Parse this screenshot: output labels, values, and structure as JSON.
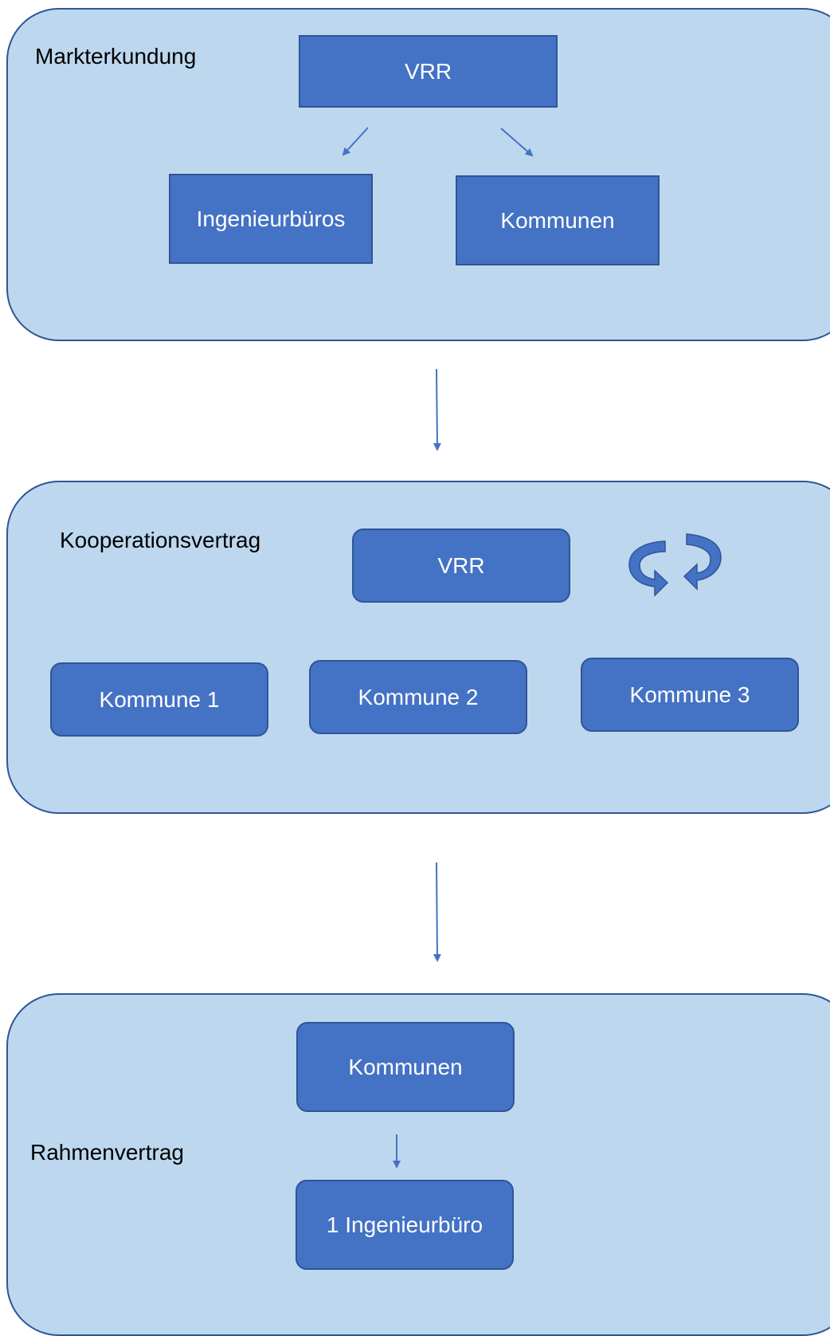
{
  "stage1": {
    "label": "Markterkundung",
    "vrr": "VRR",
    "left_box": "Ingenieurbüros",
    "right_box": "Kommunen"
  },
  "stage2": {
    "label": "Kooperationsvertrag",
    "vrr": "VRR",
    "kommune_1": "Kommune 1",
    "kommune_2": "Kommune 2",
    "kommune_3": "Kommune 3"
  },
  "stage3": {
    "label": "Rahmenvertrag",
    "top_box": "Kommunen",
    "bottom_box": "1 Ingenieurbüro"
  },
  "colors": {
    "panel_fill": "#bdd7ee",
    "box_fill": "#4472c4",
    "border": "#2f5597",
    "arrow": "#4472c4"
  },
  "icons": [
    "circular-arrows-icon"
  ]
}
